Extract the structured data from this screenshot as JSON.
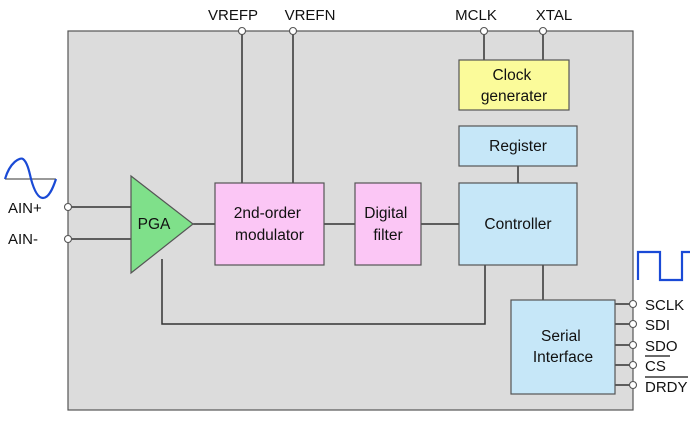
{
  "pins": {
    "vrefp": "VREFP",
    "vrefn": "VREFN",
    "mclk": "MCLK",
    "xtal": "XTAL",
    "ain_plus": "AIN+",
    "ain_minus": "AIN-",
    "sclk": "SCLK",
    "sdi": "SDI",
    "sdo": "SDO",
    "cs": "CS",
    "drdy": "DRDY"
  },
  "blocks": {
    "pga": "PGA",
    "modulator": [
      "2nd-order",
      "modulator"
    ],
    "digital_filter": [
      "Digital",
      "filter"
    ],
    "controller": "Controller",
    "register": "Register",
    "clock_generator": [
      "Clock",
      "generater"
    ],
    "serial_interface": [
      "Serial",
      "Interface"
    ]
  },
  "colors": {
    "chip_fill": "#dcdcdc",
    "pga_fill": "#7fe08a",
    "modulator_fill": "#fbc6f5",
    "filter_fill": "#fbc6f5",
    "controller_fill": "#c6e7f8",
    "register_fill": "#c6e7f8",
    "serial_fill": "#c6e7f8",
    "clock_fill": "#fbfb9a",
    "signal_wave": "#1a4ad6"
  },
  "icons": {
    "input_signal": "sine-wave-icon",
    "clock_signal": "square-wave-icon"
  }
}
